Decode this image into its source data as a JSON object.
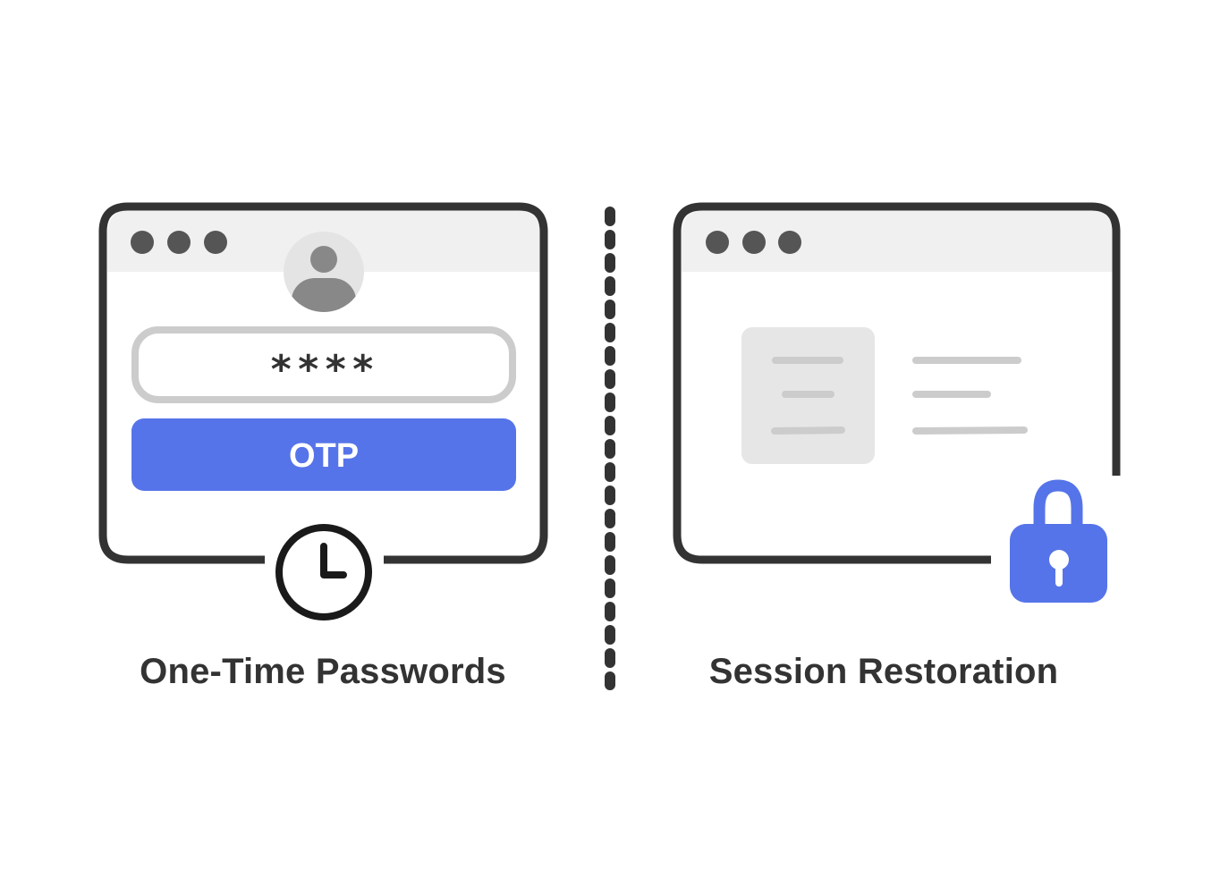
{
  "otp_panel": {
    "masked_password": "****",
    "otp_button_label": "OTP",
    "caption": "One-Time Passwords",
    "icons": [
      "window-dot-icon",
      "user-avatar-icon",
      "clock-icon"
    ]
  },
  "session_panel": {
    "caption": "Session Restoration",
    "icons": [
      "window-dot-icon",
      "document-icon",
      "lock-icon"
    ]
  },
  "colors": {
    "outline": "#333333",
    "titlebar": "#f0f0f0",
    "accent_blue": "#5674e9",
    "avatar_bg": "#e4e4e4",
    "avatar_fg": "#888888",
    "input_border": "#cccccc",
    "doc_card": "#e6e6e6",
    "doc_line": "#cccccc"
  }
}
